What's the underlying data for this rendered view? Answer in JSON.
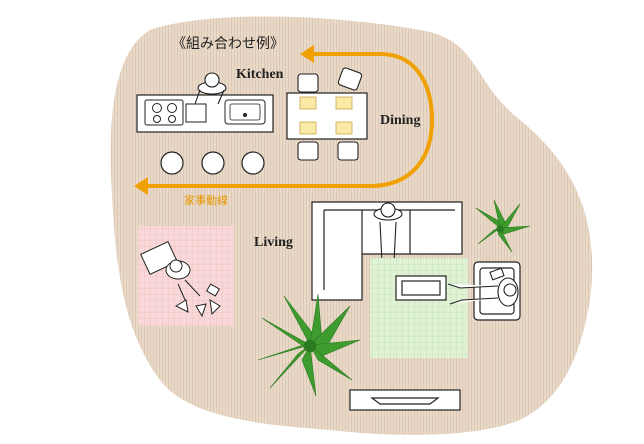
{
  "title": "《組み合わせ例》",
  "rooms": {
    "kitchen": "Kitchen",
    "dining": "Dining",
    "living": "Living"
  },
  "route_label": "家事動線",
  "colors": {
    "floor": "#e9d9c8",
    "floor_stripe": "#dcc8b3",
    "route_arrow": "#f0a000",
    "pink_rug": "#f8d4d4",
    "green_rug": "#d9efcf",
    "plant": "#3e9c2e",
    "line": "#222222"
  }
}
